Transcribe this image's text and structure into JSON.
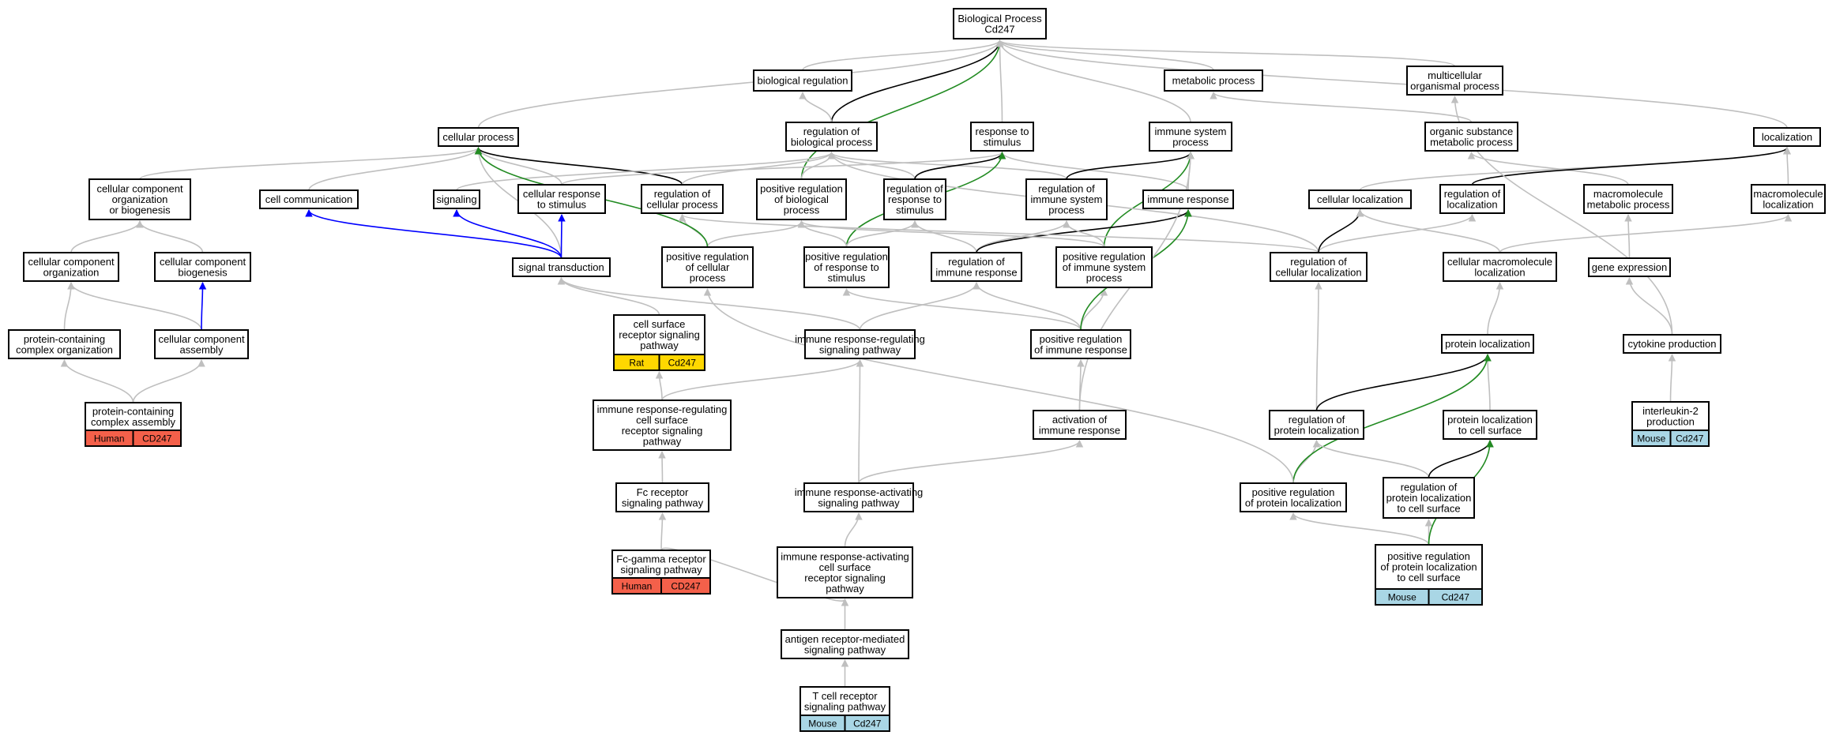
{
  "title": "Biological Process",
  "gene": "Cd247",
  "edge_colors": {
    "is_a": "#bfbfbf",
    "regulates": "#000000",
    "positively_regulates": "#228b22",
    "part_of": "#0000ff"
  },
  "annotation_colors": {
    "Rat": "#ffd700",
    "Human": "#f4604a",
    "Mouse": "#a9d6e5"
  },
  "nodes": {
    "root": {
      "lines": [
        "Biological Process",
        "Cd247"
      ]
    },
    "bioreg": {
      "lines": [
        "biological regulation"
      ]
    },
    "metab": {
      "lines": [
        "metabolic process"
      ]
    },
    "multicell": {
      "lines": [
        "multicellular",
        "organismal process"
      ]
    },
    "cellproc": {
      "lines": [
        "cellular process"
      ]
    },
    "regbio": {
      "lines": [
        "regulation of",
        "biological process"
      ]
    },
    "respstim": {
      "lines": [
        "response to",
        "stimulus"
      ]
    },
    "immsys": {
      "lines": [
        "immune system",
        "process"
      ]
    },
    "orgsub": {
      "lines": [
        "organic substance",
        "metabolic process"
      ]
    },
    "local": {
      "lines": [
        "localization"
      ]
    },
    "ccorg_bio": {
      "lines": [
        "cellular component",
        "organization",
        "or biogenesis"
      ]
    },
    "cellcomm": {
      "lines": [
        "cell communication"
      ]
    },
    "signaling": {
      "lines": [
        "signaling"
      ]
    },
    "cellresp": {
      "lines": [
        "cellular response",
        "to stimulus"
      ]
    },
    "regcell": {
      "lines": [
        "regulation of",
        "cellular process"
      ]
    },
    "posregbio": {
      "lines": [
        "positive regulation",
        "of biological",
        "process"
      ]
    },
    "regresp": {
      "lines": [
        "regulation of",
        "response to",
        "stimulus"
      ]
    },
    "regimmsys": {
      "lines": [
        "regulation of",
        "immune system",
        "process"
      ]
    },
    "immresp": {
      "lines": [
        "immune response"
      ]
    },
    "cellloc": {
      "lines": [
        "cellular localization"
      ]
    },
    "regloc": {
      "lines": [
        "regulation of",
        "localization"
      ]
    },
    "macrometab": {
      "lines": [
        "macromolecule",
        "metabolic process"
      ]
    },
    "macroloc": {
      "lines": [
        "macromolecule",
        "localization"
      ]
    },
    "ccorg": {
      "lines": [
        "cellular component",
        "organization"
      ]
    },
    "ccbio": {
      "lines": [
        "cellular component",
        "biogenesis"
      ]
    },
    "sigtrans": {
      "lines": [
        "signal transduction"
      ]
    },
    "posregcell": {
      "lines": [
        "positive regulation",
        "of cellular",
        "process"
      ]
    },
    "posregresp": {
      "lines": [
        "positive regulation",
        "of response to",
        "stimulus"
      ]
    },
    "regimmresp": {
      "lines": [
        "regulation of",
        "immune response"
      ]
    },
    "posregimmsys": {
      "lines": [
        "positive regulation",
        "of immune system",
        "process"
      ]
    },
    "regcellloc": {
      "lines": [
        "regulation of",
        "cellular localization"
      ]
    },
    "cellmacroloc": {
      "lines": [
        "cellular macromolecule",
        "localization"
      ]
    },
    "geneexpr": {
      "lines": [
        "gene expression"
      ]
    },
    "protcomplex_org": {
      "lines": [
        "protein-containing",
        "complex organization"
      ]
    },
    "ccassembly": {
      "lines": [
        "cellular component",
        "assembly"
      ]
    },
    "csrsp": {
      "lines": [
        "cell surface",
        "receptor signaling",
        "pathway"
      ],
      "annotation": [
        "Rat",
        "Cd247"
      ]
    },
    "irrsp": {
      "lines": [
        "immune response-regulating",
        "signaling pathway"
      ]
    },
    "posregimmresp": {
      "lines": [
        "positive regulation",
        "of immune response"
      ]
    },
    "protloc": {
      "lines": [
        "protein localization"
      ]
    },
    "cytokine": {
      "lines": [
        "cytokine production"
      ]
    },
    "pcca": {
      "lines": [
        "protein-containing",
        "complex assembly"
      ],
      "annotation": [
        "Human",
        "CD247"
      ]
    },
    "irrcsrsp": {
      "lines": [
        "immune response-regulating",
        "cell surface",
        "receptor signaling",
        "pathway"
      ]
    },
    "actimm": {
      "lines": [
        "activation of",
        "immune response"
      ]
    },
    "regprotloc": {
      "lines": [
        "regulation of",
        "protein localization"
      ]
    },
    "protloccs": {
      "lines": [
        "protein localization",
        "to cell surface"
      ]
    },
    "il2": {
      "lines": [
        "interleukin-2",
        "production"
      ],
      "annotation": [
        "Mouse",
        "Cd247"
      ]
    },
    "fcr": {
      "lines": [
        "Fc receptor",
        "signaling pathway"
      ]
    },
    "iasp": {
      "lines": [
        "immune response-activating",
        "signaling pathway"
      ]
    },
    "posregprotloc": {
      "lines": [
        "positive regulation",
        "of protein localization"
      ]
    },
    "regprotloccs": {
      "lines": [
        "regulation of",
        "protein localization",
        "to cell surface"
      ]
    },
    "fcg": {
      "lines": [
        "Fc-gamma receptor",
        "signaling pathway"
      ],
      "annotation": [
        "Human",
        "CD247"
      ]
    },
    "iacsrsp": {
      "lines": [
        "immune response-activating",
        "cell surface",
        "receptor signaling",
        "pathway"
      ]
    },
    "posregprotloccs": {
      "lines": [
        "positive regulation",
        "of protein localization",
        "to cell surface"
      ],
      "annotation": [
        "Mouse",
        "Cd247"
      ]
    },
    "arm": {
      "lines": [
        "antigen receptor-mediated",
        "signaling pathway"
      ]
    },
    "tcr": {
      "lines": [
        "T cell receptor",
        "signaling pathway"
      ],
      "annotation": [
        "Mouse",
        "Cd247"
      ]
    }
  },
  "edges": [
    [
      "cellproc",
      "root",
      "is_a"
    ],
    [
      "bioreg",
      "root",
      "is_a"
    ],
    [
      "regbio",
      "root",
      "regulates"
    ],
    [
      "respstim",
      "root",
      "is_a"
    ],
    [
      "posregbio",
      "root",
      "positively_regulates"
    ],
    [
      "immsys",
      "root",
      "is_a"
    ],
    [
      "metab",
      "root",
      "is_a"
    ],
    [
      "multicell",
      "root",
      "is_a"
    ],
    [
      "local",
      "root",
      "is_a"
    ],
    [
      "regbio",
      "bioreg",
      "is_a"
    ],
    [
      "orgsub",
      "metab",
      "is_a"
    ],
    [
      "ccorg_bio",
      "cellproc",
      "is_a"
    ],
    [
      "cellcomm",
      "cellproc",
      "is_a"
    ],
    [
      "cellresp",
      "cellproc",
      "is_a"
    ],
    [
      "regcell",
      "cellproc",
      "regulates"
    ],
    [
      "signaling",
      "regbio",
      "is_a"
    ],
    [
      "regcell",
      "regbio",
      "is_a"
    ],
    [
      "posregbio",
      "regbio",
      "is_a"
    ],
    [
      "regresp",
      "regbio",
      "is_a"
    ],
    [
      "regimmsys",
      "regbio",
      "is_a"
    ],
    [
      "cellresp",
      "respstim",
      "is_a"
    ],
    [
      "regresp",
      "respstim",
      "regulates"
    ],
    [
      "immresp",
      "respstim",
      "is_a"
    ],
    [
      "posregresp",
      "respstim",
      "positively_regulates"
    ],
    [
      "regimmsys",
      "immsys",
      "regulates"
    ],
    [
      "immresp",
      "immsys",
      "is_a"
    ],
    [
      "posregimmsys",
      "immsys",
      "positively_regulates"
    ],
    [
      "macrometab",
      "orgsub",
      "is_a"
    ],
    [
      "cellloc",
      "local",
      "is_a"
    ],
    [
      "regloc",
      "local",
      "regulates"
    ],
    [
      "macroloc",
      "local",
      "is_a"
    ],
    [
      "regcellloc",
      "regbio",
      "is_a"
    ],
    [
      "ccorg",
      "ccorg_bio",
      "is_a"
    ],
    [
      "ccbio",
      "ccorg_bio",
      "is_a"
    ],
    [
      "sigtrans",
      "cellproc",
      "is_a"
    ],
    [
      "sigtrans",
      "cellcomm",
      "part_of"
    ],
    [
      "sigtrans",
      "signaling",
      "part_of"
    ],
    [
      "sigtrans",
      "cellresp",
      "part_of"
    ],
    [
      "posregcell",
      "regcell",
      "is_a"
    ],
    [
      "posregcell",
      "posregbio",
      "is_a"
    ],
    [
      "posregcell",
      "cellproc",
      "positively_regulates"
    ],
    [
      "posregresp",
      "regresp",
      "is_a"
    ],
    [
      "posregresp",
      "posregbio",
      "is_a"
    ],
    [
      "regimmresp",
      "regimmsys",
      "is_a"
    ],
    [
      "regimmresp",
      "regresp",
      "is_a"
    ],
    [
      "regimmresp",
      "immresp",
      "regulates"
    ],
    [
      "posregimmsys",
      "regimmsys",
      "is_a"
    ],
    [
      "posregimmsys",
      "posregbio",
      "is_a"
    ],
    [
      "regcellloc",
      "regloc",
      "is_a"
    ],
    [
      "regcellloc",
      "regcell",
      "is_a"
    ],
    [
      "regcellloc",
      "cellloc",
      "regulates"
    ],
    [
      "cellmacroloc",
      "cellloc",
      "is_a"
    ],
    [
      "cellmacroloc",
      "macroloc",
      "is_a"
    ],
    [
      "geneexpr",
      "macrometab",
      "is_a"
    ],
    [
      "protcomplex_org",
      "ccorg",
      "is_a"
    ],
    [
      "ccassembly",
      "ccorg",
      "is_a"
    ],
    [
      "ccassembly",
      "ccbio",
      "part_of"
    ],
    [
      "csrsp",
      "sigtrans",
      "is_a"
    ],
    [
      "irrsp",
      "sigtrans",
      "is_a"
    ],
    [
      "irrsp",
      "regimmresp",
      "is_a"
    ],
    [
      "posregimmresp",
      "regimmresp",
      "is_a"
    ],
    [
      "posregimmresp",
      "posregresp",
      "is_a"
    ],
    [
      "posregimmresp",
      "posregimmsys",
      "is_a"
    ],
    [
      "posregimmresp",
      "immresp",
      "positively_regulates"
    ],
    [
      "protloc",
      "cellmacroloc",
      "is_a"
    ],
    [
      "cytokine",
      "geneexpr",
      "is_a"
    ],
    [
      "cytokine",
      "multicell",
      "is_a"
    ],
    [
      "pcca",
      "protcomplex_org",
      "is_a"
    ],
    [
      "pcca",
      "ccassembly",
      "is_a"
    ],
    [
      "irrcsrsp",
      "csrsp",
      "is_a"
    ],
    [
      "irrcsrsp",
      "irrsp",
      "is_a"
    ],
    [
      "actimm",
      "posregimmresp",
      "is_a"
    ],
    [
      "actimm",
      "immsys",
      "is_a"
    ],
    [
      "regprotloc",
      "regcellloc",
      "is_a"
    ],
    [
      "regprotloc",
      "protloc",
      "regulates"
    ],
    [
      "protloccs",
      "protloc",
      "is_a"
    ],
    [
      "il2",
      "cytokine",
      "is_a"
    ],
    [
      "fcr",
      "irrcsrsp",
      "is_a"
    ],
    [
      "iasp",
      "irrsp",
      "is_a"
    ],
    [
      "iasp",
      "actimm",
      "is_a"
    ],
    [
      "posregprotloc",
      "regprotloc",
      "is_a"
    ],
    [
      "posregprotloc",
      "protloc",
      "positively_regulates"
    ],
    [
      "posregprotloc",
      "posregcell",
      "is_a"
    ],
    [
      "regprotloccs",
      "regprotloc",
      "is_a"
    ],
    [
      "regprotloccs",
      "protloccs",
      "regulates"
    ],
    [
      "fcg",
      "fcr",
      "is_a"
    ],
    [
      "fcg",
      "iacsrsp",
      "is_a"
    ],
    [
      "iacsrsp",
      "iasp",
      "is_a"
    ],
    [
      "posregprotloccs",
      "regprotloccs",
      "is_a"
    ],
    [
      "posregprotloccs",
      "posregprotloc",
      "is_a"
    ],
    [
      "posregprotloccs",
      "protloccs",
      "positively_regulates"
    ],
    [
      "arm",
      "iacsrsp",
      "is_a"
    ],
    [
      "tcr",
      "arm",
      "is_a"
    ]
  ]
}
